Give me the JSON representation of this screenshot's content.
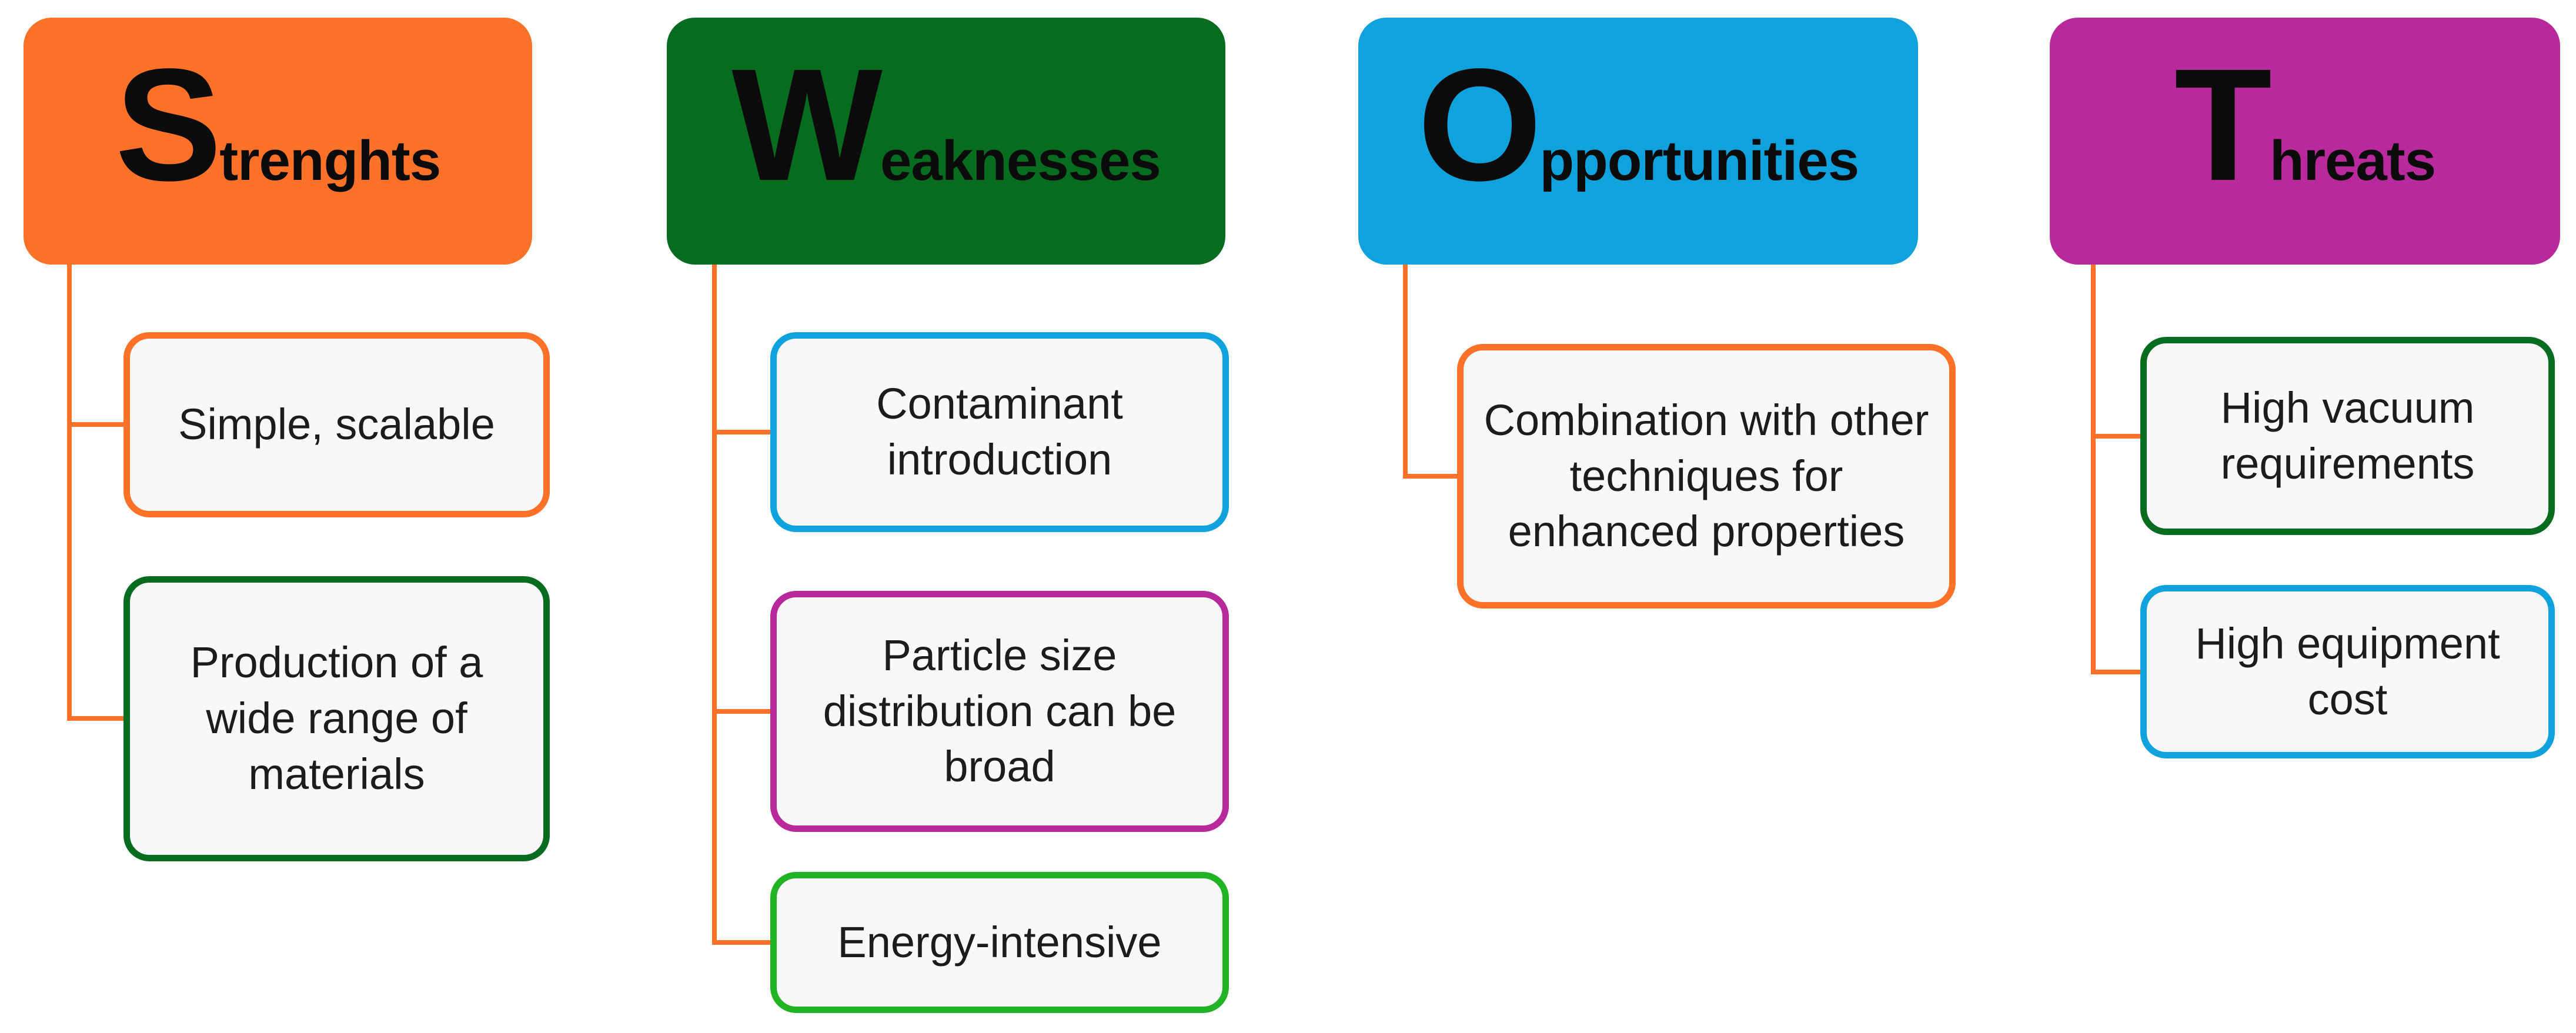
{
  "figure": {
    "type": "swot-diagram",
    "background": "#ffffff",
    "box_fill": "#f8f8f8",
    "text_color": "#1c1c1c"
  },
  "accent": {
    "connector": "#fd7128"
  },
  "palette": {
    "orange": "#fd7128",
    "dark_green": "#076c20",
    "blue": "#0fa2dc",
    "magenta": "#b82a9b",
    "bright_green": "#22b324"
  },
  "columns": [
    {
      "id": "strengths",
      "letter": "S",
      "suffix": "trenghts",
      "header_bg": "#fd7128",
      "items": [
        {
          "label": "Simple, scalable",
          "border": "#fd7128"
        },
        {
          "label": "Production of a wide range of materials",
          "border": "#076c20"
        }
      ]
    },
    {
      "id": "weaknesses",
      "letter": "W",
      "suffix": "eaknesses",
      "header_bg": "#076c20",
      "items": [
        {
          "label": "Contaminant introduction",
          "border": "#0fa2dc"
        },
        {
          "label": "Particle size distribution can be broad",
          "border": "#b82a9b"
        },
        {
          "label": "Energy-intensive",
          "border": "#22b324"
        }
      ]
    },
    {
      "id": "opportunities",
      "letter": "O",
      "suffix": "pportunities",
      "header_bg": "#0fa2dc",
      "items": [
        {
          "label": "Combination with other techniques for enhanced properties",
          "border": "#fd7128"
        }
      ]
    },
    {
      "id": "threats",
      "letter": "T",
      "suffix": "hreats",
      "header_bg": "#b82a9b",
      "items": [
        {
          "label": "High vacuum requirements",
          "border": "#076c20"
        },
        {
          "label": "High equipment cost",
          "border": "#0fa2dc"
        }
      ]
    }
  ]
}
